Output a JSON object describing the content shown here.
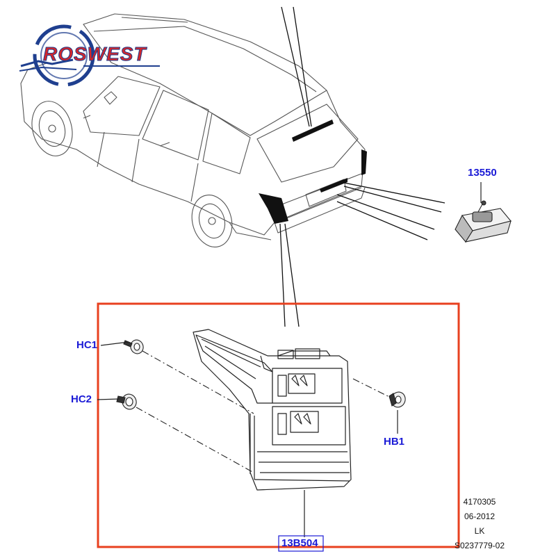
{
  "logo": {
    "text": "ROSWEST",
    "primary_color": "#1f3f8f",
    "accent_color": "#d4262a"
  },
  "callouts": {
    "hc1": "HC1",
    "hc2": "HC2",
    "hb1": "HB1",
    "licence_lamp": "13550",
    "tail_lamp": "13B504"
  },
  "reference": {
    "code": "4170305",
    "date": "06-2012",
    "region": "LK",
    "drawing": "S0237779-02"
  },
  "colors": {
    "highlight_frame": "#e8401f",
    "callout_text": "#1a1ad6",
    "line_art": "#222222"
  }
}
